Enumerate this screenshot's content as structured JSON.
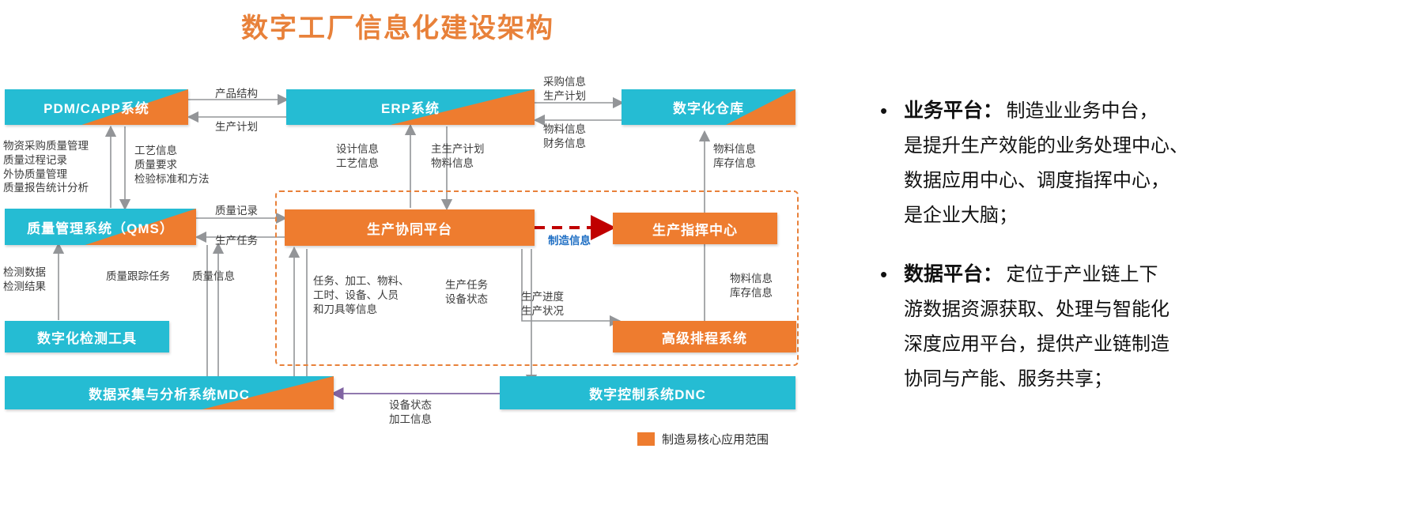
{
  "title": "数字工厂信息化建设架构",
  "colors": {
    "title": "#E8813A",
    "cyan": "#25BCD3",
    "orange": "#EE7C2F",
    "scope_dashed": "#E8813A",
    "manufacturing_arrow": "#C00000",
    "manufacturing_label": "#1F6FC4",
    "dnc_arrow": "#8064A2",
    "arrow_gray": "#939598"
  },
  "nodes": {
    "pdm": "PDM/CAPP系统",
    "erp": "ERP系统",
    "warehouse": "数字化仓库",
    "qms": "质量管理系统（QMS）",
    "collab": "生产协同平台",
    "command": "生产指挥中心",
    "inspect_tool": "数字化检测工具",
    "aps": "高级排程系统",
    "mdc": "数据采集与分析系统MDC",
    "dnc": "数字控制系统DNC"
  },
  "edge_labels": {
    "product_structure": "产品结构",
    "production_plan": "生产计划",
    "purchase_info": "采购信息\n生产计划",
    "material_finance": "物料信息\n财务信息",
    "material_stock_top": "物料信息\n库存信息",
    "material_stock_right": "物料信息\n库存信息",
    "quality_left_block": "物资采购质量管理\n质量过程记录\n外协质量管理\n质量报告统计分析",
    "process_info_block": "工艺信息\n质量要求\n检验标准和方法",
    "design_process": "设计信息\n工艺信息",
    "master_plan": "主生产计划\n物料信息",
    "quality_record": "质量记录",
    "production_task": "生产任务",
    "detect_data": "检测数据\n检测结果",
    "quality_track_task": "质量跟踪任务",
    "quality_info": "质量信息",
    "task_process_block": "任务、加工、物料、\n工时、设备、人员\n和刀具等信息",
    "prod_task_equip": "生产任务\n设备状态",
    "prod_progress": "生产进度\n生产状况",
    "manufacturing_info": "制造信息",
    "equip_status_proc": "设备状态\n加工信息"
  },
  "legend": {
    "label": "制造易核心应用范围"
  },
  "right_panel": {
    "bullets": [
      {
        "marker": "•",
        "head": "业务平台：",
        "lines": [
          "制造业业务中台，",
          "是提升生产效能的业务处理中心、",
          "数据应用中心、调度指挥中心，",
          "是企业大脑；"
        ]
      },
      {
        "marker": "•",
        "head": "数据平台：",
        "lines": [
          "定位于产业链上下",
          "游数据资源获取、处理与智能化",
          "深度应用平台，提供产业链制造",
          "协同与产能、服务共享；"
        ]
      }
    ]
  }
}
